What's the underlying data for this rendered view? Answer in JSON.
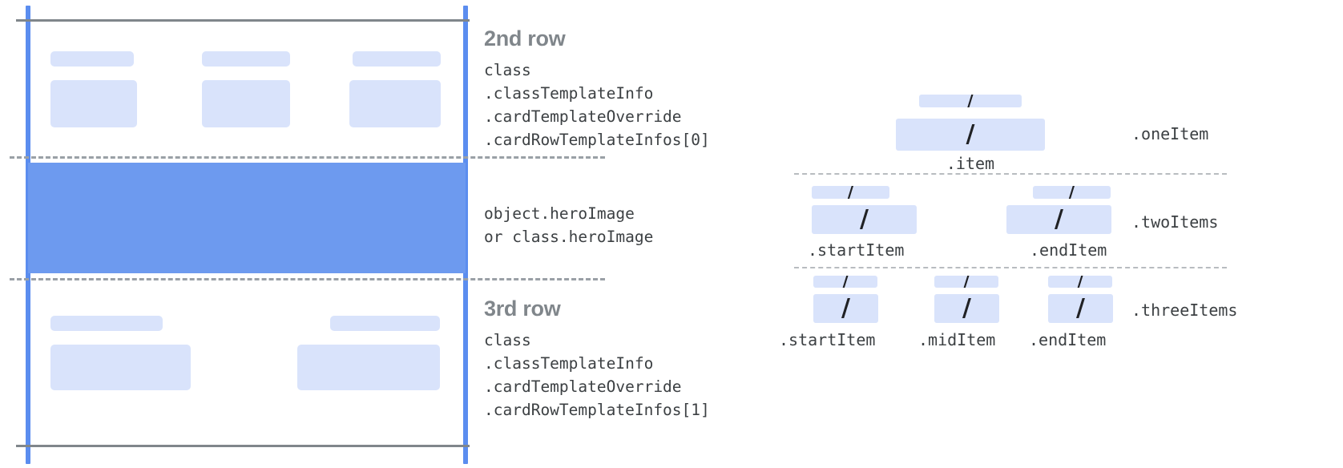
{
  "diagram": {
    "left_panel": {
      "rows": [
        {
          "title": "2nd row",
          "code": "class\n.classTemplateInfo\n.cardTemplateOverride\n.cardRowTemplateInfos[0]",
          "cells": 3
        },
        {
          "title": "",
          "code": "object.heroImage\nor class.heroImage",
          "cells": 0
        },
        {
          "title": "3rd row",
          "code": "class\n.classTemplateInfo\n.cardTemplateOverride\n.cardRowTemplateInfos[1]",
          "cells": 2
        }
      ]
    },
    "right_panel": {
      "groups": [
        {
          "name": ".oneItem",
          "slots": [
            {
              "label": ".item",
              "slash": "/"
            }
          ]
        },
        {
          "name": ".twoItems",
          "slots": [
            {
              "label": ".startItem",
              "slash": "/"
            },
            {
              "label": ".endItem",
              "slash": "/"
            }
          ]
        },
        {
          "name": ".threeItems",
          "slots": [
            {
              "label": ".startItem",
              "slash": "/"
            },
            {
              "label": ".midItem",
              "slash": "/"
            },
            {
              "label": ".endItem",
              "slash": "/"
            }
          ]
        }
      ]
    },
    "colors": {
      "chip": "#d9e3fb",
      "hero": "#6d9aef",
      "guide_blue": "#5b8def",
      "guide_gray": "#80868b",
      "dash_gray": "#9aa0a6",
      "text": "#3c4043",
      "title": "#80868b"
    }
  }
}
